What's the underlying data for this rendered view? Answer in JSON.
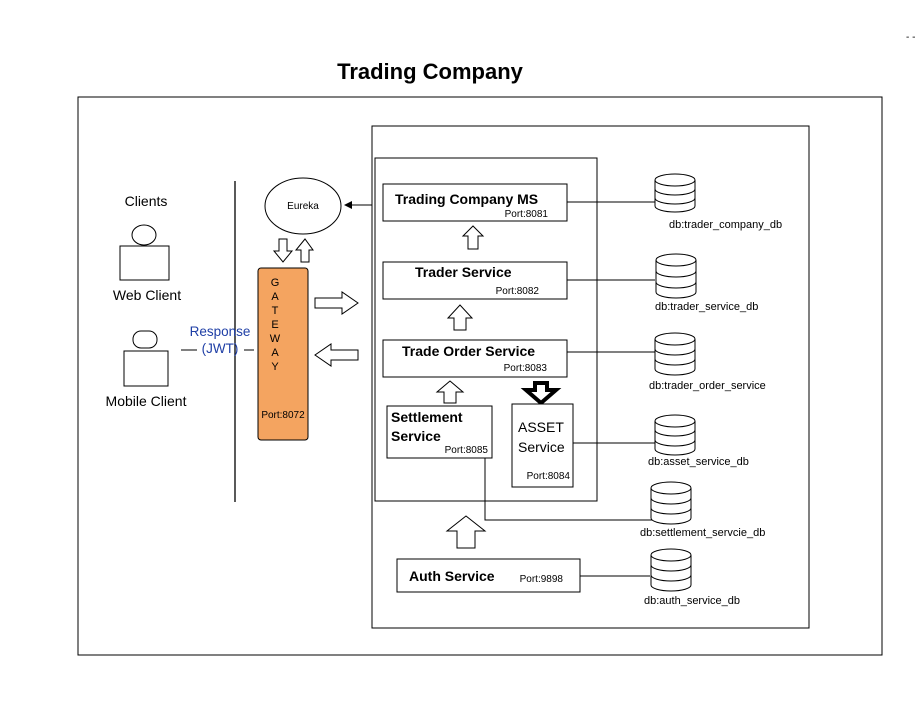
{
  "title": "Trading Company",
  "clients": {
    "heading": "Clients",
    "web": "Web Client",
    "mobile": "Mobile Client",
    "response": [
      "Response",
      "(JWT)"
    ]
  },
  "eureka": "Eureka",
  "gateway": {
    "letters": [
      "G",
      "A",
      "T",
      "E",
      "W",
      "A",
      "Y"
    ],
    "port": "Port:8072",
    "color": "#f4a460"
  },
  "services": {
    "trading_company": {
      "name": "Trading Company MS",
      "port": "Port:8081"
    },
    "trader": {
      "name": "Trader Service",
      "port": "Port:8082"
    },
    "trade_order": {
      "name": "Trade Order Service",
      "port": "Port:8083"
    },
    "settlement": {
      "name": [
        "Settlement",
        "Service"
      ],
      "port": "Port:8085"
    },
    "asset": {
      "name": [
        "ASSET",
        "Service"
      ],
      "port": "Port:8084"
    },
    "auth": {
      "name": "Auth Service",
      "port": "Port:9898"
    }
  },
  "databases": {
    "trader_company": "db:trader_company_db",
    "trader_service": "db:trader_service_db",
    "trader_order": "db:trader_order_service",
    "asset": "db:asset_service_db",
    "settlement": "db:settlement_servcie_db",
    "auth": "db:auth_service_db"
  },
  "corner_mark": "- -"
}
